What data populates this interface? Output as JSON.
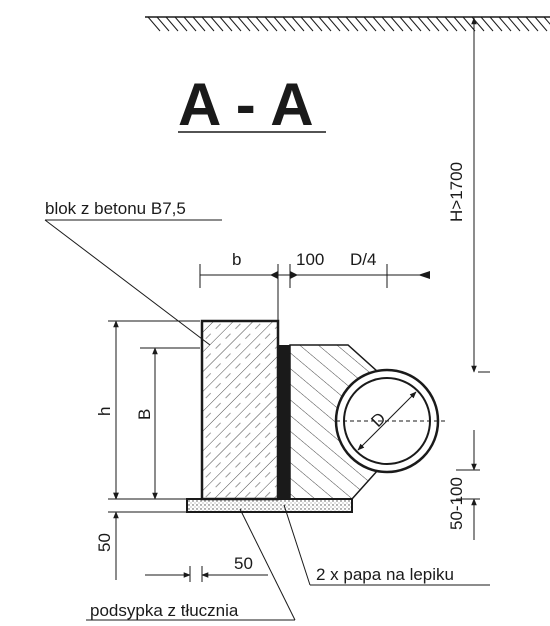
{
  "title": "A - A",
  "labels": {
    "height_total": "H>1700",
    "block_material": "blok z betonu B7,5",
    "dim_b": "b",
    "dim_100": "100",
    "dim_d4": "D/4",
    "dim_h": "h",
    "dim_B": "B",
    "dim_D": "D",
    "dim_50_left": "50",
    "dim_50_bottom": "50",
    "dim_50_100": "50-100",
    "felt_layer": "2 x papa na lepiku",
    "bedding": "podsypka z tłucznia"
  }
}
